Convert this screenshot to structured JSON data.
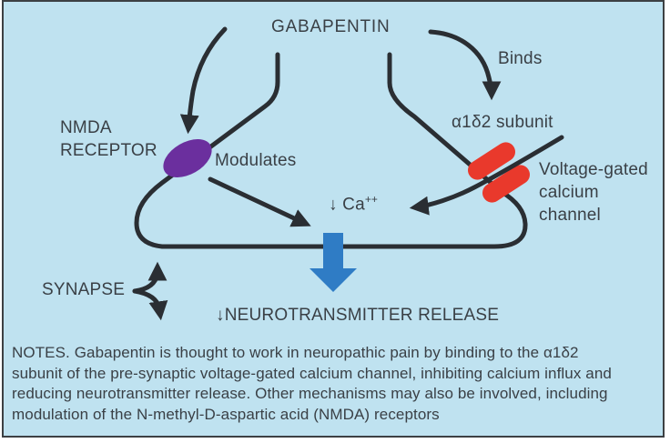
{
  "diagram": {
    "title": "GABAPENTIN",
    "labels": {
      "binds": "Binds",
      "subunit": "α1δ2 subunit",
      "nmda_receptor": "NMDA\nRECEPTOR",
      "modulates": "Modulates",
      "vgcc": "Voltage-gated\ncalcium\nchannel",
      "calcium": {
        "text": "↓ Ca",
        "sup": "++"
      },
      "neurotransmitter": "↓NEUROTRANSMITTER RELEASE",
      "synapse": "SYNAPSE"
    }
  },
  "notes": {
    "lines": [
      "NOTES. Gabapentin is thought to work in neuropathic pain by binding to the α1δ2",
      "subunit of the pre-synaptic voltage-gated calcium channel, inhibiting calcium influx and",
      "reducing neurotransmitter release. Other mechanisms may also be involved, including",
      "modulation of the N-methyl-D-aspartic acid (NMDA) receptors"
    ]
  },
  "colors": {
    "background": "#BFE2F0",
    "frame_border": "#3C4043",
    "line": "#2A2E33",
    "text": "#3A4046",
    "nmda_receptor": "#6B2F9E",
    "calcium_channel": "#E9392C",
    "release_arrow": "#2F7CC5"
  }
}
